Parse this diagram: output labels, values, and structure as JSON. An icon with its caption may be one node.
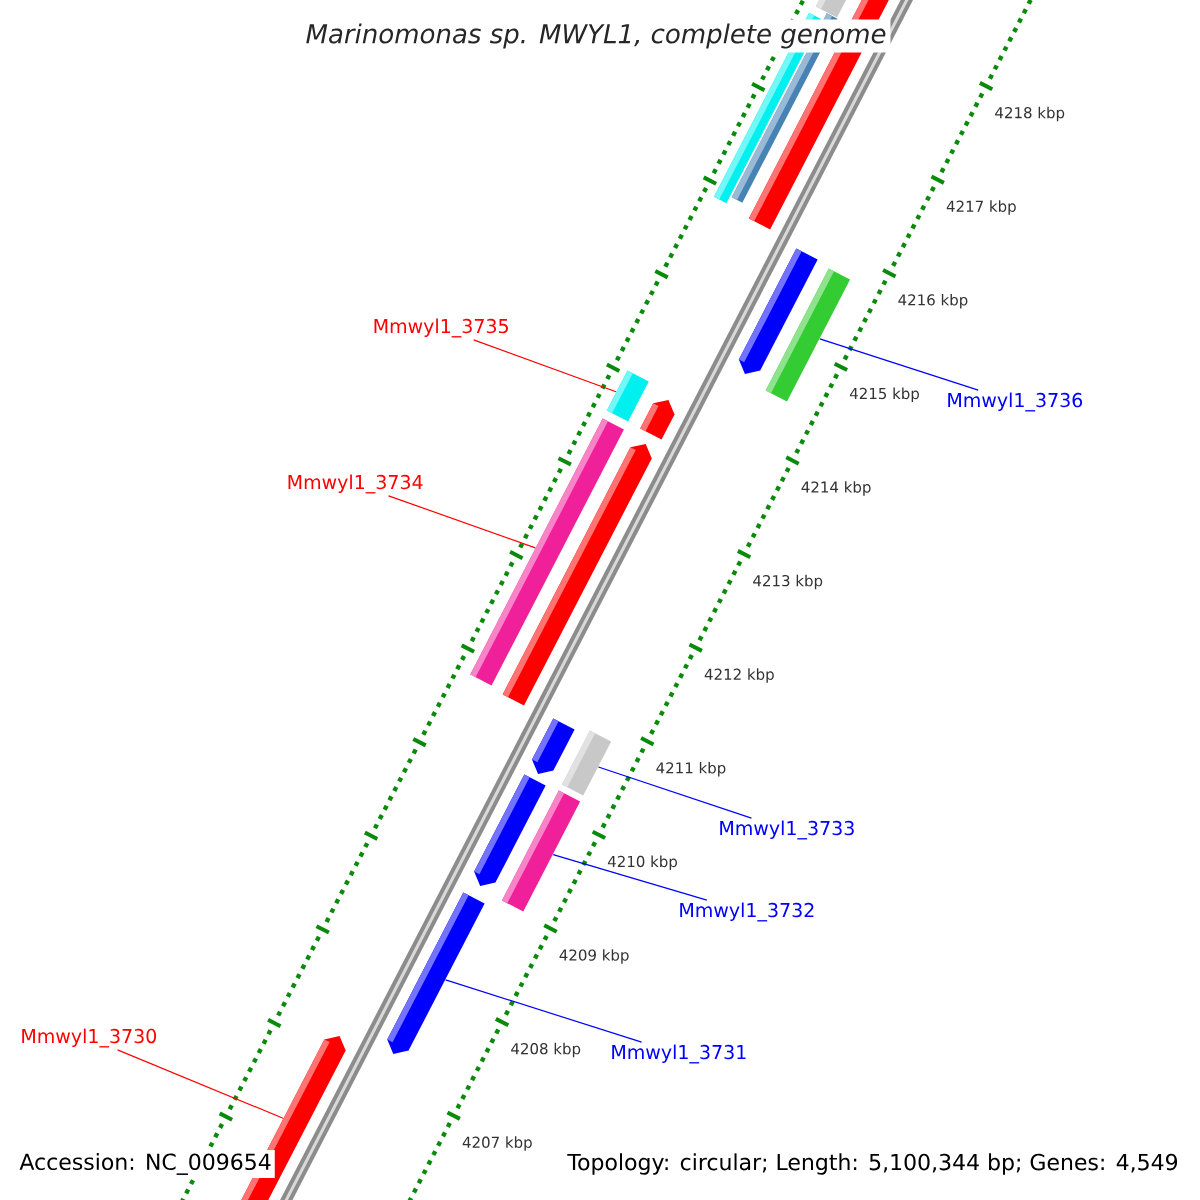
{
  "diagram": {
    "title": "Marinomonas sp. MWYL1, complete genome",
    "nodes": [
      {
        "text": [
          "Mmwyl1_3735"
        ]
      },
      {
        "text": [],
        "shape": "bar"
      },
      {
        "text": [
          "Mmwyl1_3736"
        ]
      },
      {
        "text": [],
        "shape": "bar"
      },
      {
        "text": [
          "Mmwyl1_3734"
        ]
      },
      {
        "text": [],
        "shape": "bar"
      },
      {
        "text": [
          "Mmwyl1_3733"
        ]
      },
      {
        "text": [],
        "shape": "bar"
      },
      {
        "text": [
          "Mmwyl1_3732"
        ]
      },
      {
        "text": [],
        "shape": "bar"
      },
      {
        "text": [
          "Mmwyl1_3731"
        ]
      },
      {
        "text": [],
        "shape": "bar"
      },
      {
        "text": [
          "Mmwyl1_3730"
        ]
      },
      {
        "text": [],
        "shape": "bar"
      }
    ],
    "edges": [
      {
        "from": 0,
        "to": 1,
        "arrow": "none",
        "color": "#ff0000"
      },
      {
        "from": 2,
        "to": 3,
        "arrow": "none"
      },
      {
        "from": 4,
        "to": 5,
        "arrow": "none",
        "color": "#ff0000"
      },
      {
        "from": 6,
        "to": 7,
        "arrow": "none"
      },
      {
        "from": 8,
        "to": 9,
        "arrow": "none"
      },
      {
        "from": 10,
        "to": 11,
        "arrow": "none"
      },
      {
        "from": 12,
        "to": 13,
        "arrow": "none",
        "color": "#ff0000"
      }
    ],
    "labels": [
      "4218 kbp",
      "4217 kbp",
      "4216 kbp",
      "4215 kbp",
      "4214 kbp",
      "4213 kbp",
      "4212 kbp",
      "4211 kbp",
      "4210 kbp",
      "4209 kbp",
      "4208 kbp",
      "4207 kbp",
      "Accession: NC_009654",
      "Topology: circular; Length: 5,100,344 bp; Genes: 4,549"
    ]
  }
}
